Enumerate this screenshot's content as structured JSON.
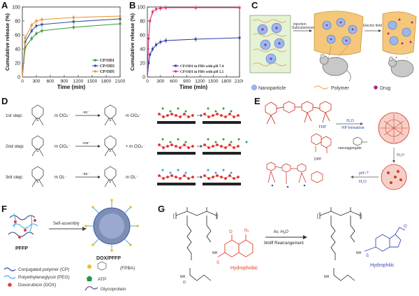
{
  "panels": {
    "A": {
      "label": "A"
    },
    "B": {
      "label": "B"
    },
    "C": {
      "label": "C",
      "arrow1_label": "Injection\nSubcutaneous",
      "arrow2_label": "Electric field",
      "legend": {
        "nanoparticle": "Nanoparticle",
        "polymer": "Polymer",
        "drug": "Drug"
      }
    },
    "D": {
      "label": "D",
      "steps": [
        "1st step:",
        "2nd step:",
        "3rd step:"
      ],
      "reagents": [
        "m ClO₄⁻",
        "m ClO₄⁻",
        "m OL⁻"
      ],
      "arrow_labels": [
        "-ne⁻",
        "+ne⁻",
        "-ne⁻"
      ],
      "products": [
        "m ClO₄⁻",
        "+ m ClO₄⁻",
        "m OL⁻"
      ]
    },
    "E": {
      "label": "E",
      "thf": "THF",
      "h2o_1": "H₂O",
      "np_formation": "NP formation",
      "h2o_2": "H₂O",
      "ph": "pH<7",
      "h2o_3": "H₂O",
      "dpp": "DPP",
      "nanoaggregate": "nanoaggregate"
    },
    "F": {
      "label": "F",
      "left_name": "PFFP",
      "arrow_label": "Self-assembly",
      "right_name": "DOX/PFFP",
      "legend": {
        "cp": "Conjugated polymer (CP)",
        "peg": "Polyethyleneglycol (PEG)",
        "dox": "Doxorubicin (DOX)",
        "fpba": "(FPBA)",
        "atp": "ATP",
        "glyco": "Glycoprotein"
      }
    },
    "G": {
      "label": "G",
      "arrow_top": "hν, H₂O",
      "arrow_bottom": "Wolff Rearrangement",
      "hydrophobic": "Hydrophobic",
      "hydrophilic": "Hydrophilic",
      "n2": "N₂"
    }
  },
  "chart_data": [
    {
      "type": "line",
      "panel": "A",
      "xlabel": "Time (min)",
      "ylabel": "Cumulative release (%)",
      "xlim": [
        0,
        2100
      ],
      "ylim": [
        0,
        100
      ],
      "xticks": [
        0,
        300,
        600,
        900,
        1200,
        1500,
        1800,
        2100
      ],
      "yticks": [
        0,
        20,
        40,
        60,
        80,
        100
      ],
      "x": [
        0,
        60,
        200,
        300,
        420,
        1100,
        2100
      ],
      "legend_position": "lower-right",
      "series": [
        {
          "name": "CP/OD1",
          "color": "#3a9a3a",
          "values": [
            0,
            42,
            55,
            62,
            66,
            71,
            76
          ]
        },
        {
          "name": "CP/OD3",
          "color": "#2f4fa8",
          "values": [
            0,
            50,
            66,
            73,
            75,
            79,
            83
          ]
        },
        {
          "name": "CP/OD5",
          "color": "#e8952b",
          "values": [
            0,
            56,
            74,
            80,
            82,
            85,
            87
          ]
        }
      ]
    },
    {
      "type": "line",
      "panel": "B",
      "xlabel": "Time (min)",
      "ylabel": "Cumulative release (%)",
      "xlim": [
        0,
        2100
      ],
      "ylim": [
        0,
        100
      ],
      "xticks": [
        0,
        300,
        600,
        900,
        1200,
        1500,
        1800,
        2100
      ],
      "yticks": [
        0,
        20,
        40,
        60,
        80,
        100
      ],
      "legend_position": "lower-right",
      "series": [
        {
          "name": "CP/OD1 in PBS with pH 7.4",
          "color": "#2f3fa8",
          "x": [
            0,
            30,
            60,
            120,
            200,
            300,
            420,
            1100,
            2100
          ],
          "values": [
            0,
            20,
            32,
            40,
            46,
            50,
            52,
            54,
            56
          ]
        },
        {
          "name": "CP/OD1 in PBS with pH 5.5",
          "color": "#e0307a",
          "x": [
            0,
            30,
            60,
            120,
            200,
            300,
            420,
            1100,
            2100
          ],
          "values": [
            0,
            55,
            80,
            93,
            97,
            98,
            99,
            99,
            99
          ]
        }
      ]
    }
  ]
}
